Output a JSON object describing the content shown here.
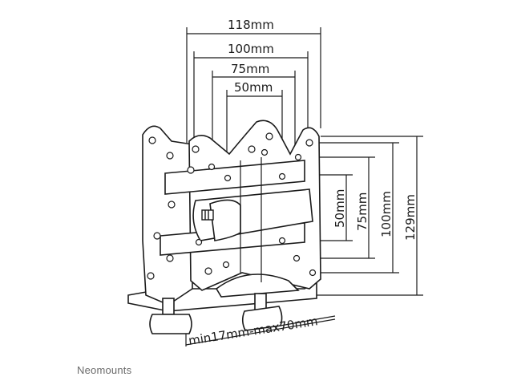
{
  "dimensions": {
    "horizontal": [
      "118mm",
      "100mm",
      "75mm",
      "50mm"
    ],
    "vertical": [
      "50mm",
      "75mm",
      "100mm",
      "129mm"
    ],
    "clamp_range": "min17mm-max70mm"
  },
  "brand": "Neomounts",
  "colors": {
    "line": "#1a1a1a",
    "plate": "#ffffff"
  }
}
